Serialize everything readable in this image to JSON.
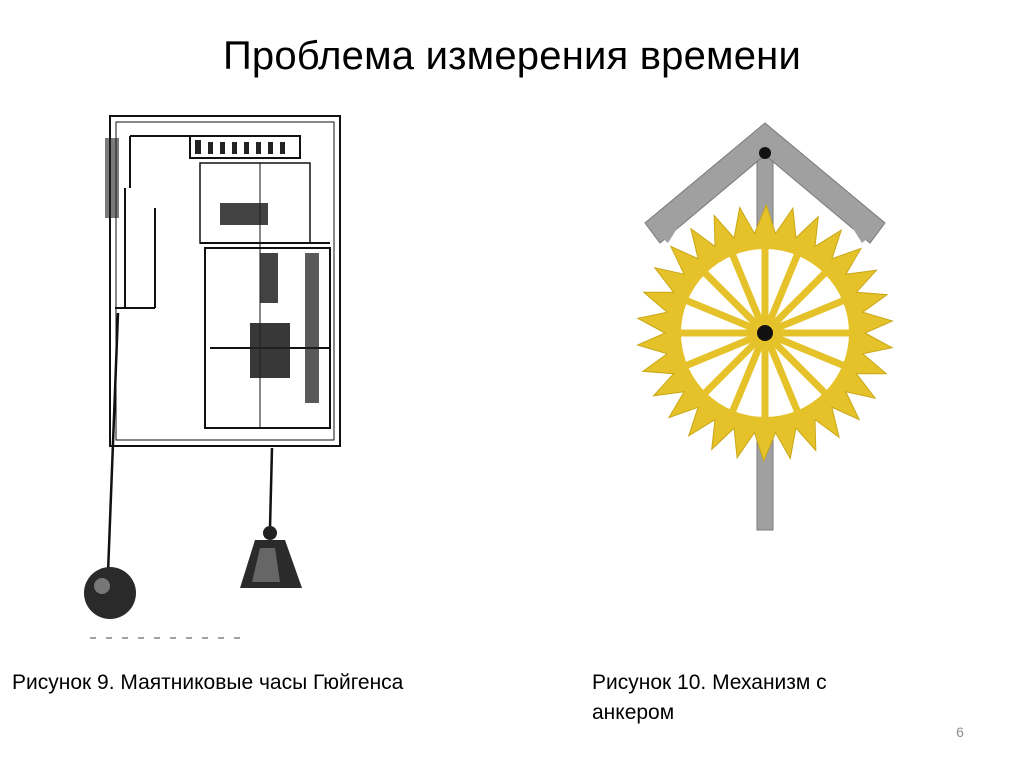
{
  "slide": {
    "title": "Проблема измерения времени",
    "page_number": "6"
  },
  "figures": [
    {
      "id": "figure-9",
      "caption": "Рисунок 9. Маятниковые часы Гюйгенса",
      "icon": "pendulum-clock-drawing"
    },
    {
      "id": "figure-10",
      "caption": "Рисунок 10. Механизм с анкером",
      "icon": "anchor-escapement-wheel",
      "colors": {
        "wheel": "#e6c22a",
        "anchor": "#a0a0a0"
      }
    }
  ]
}
